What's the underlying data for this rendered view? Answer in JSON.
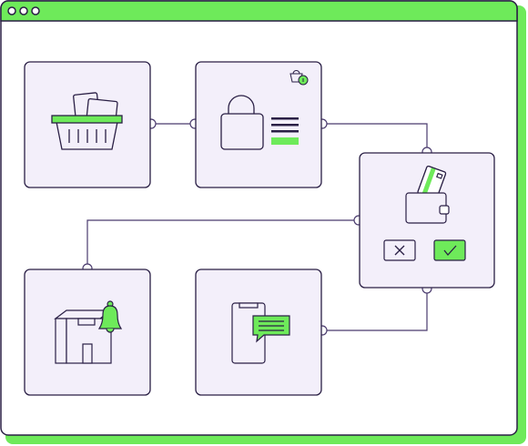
{
  "window": {
    "controls": [
      "window-dot-1",
      "window-dot-2",
      "window-dot-3"
    ]
  },
  "colors": {
    "accent": "#6EEA5A",
    "outline": "#2A1F45",
    "card_fill": "#F3EFFA",
    "connector": "#4A3B6E",
    "white": "#FFFFFF"
  },
  "steps": [
    {
      "id": "basket",
      "icon": "shopping-basket-icon"
    },
    {
      "id": "secure-login",
      "icon": "padlock-icon"
    },
    {
      "id": "wallet-payment",
      "icon": "wallet-card-icon"
    },
    {
      "id": "delivery-notification",
      "icon": "package-bell-icon"
    },
    {
      "id": "mobile-message",
      "icon": "smartphone-chat-icon"
    }
  ],
  "payment_actions": [
    {
      "name": "decline",
      "icon": "x-icon"
    },
    {
      "name": "approve",
      "icon": "check-icon"
    }
  ]
}
